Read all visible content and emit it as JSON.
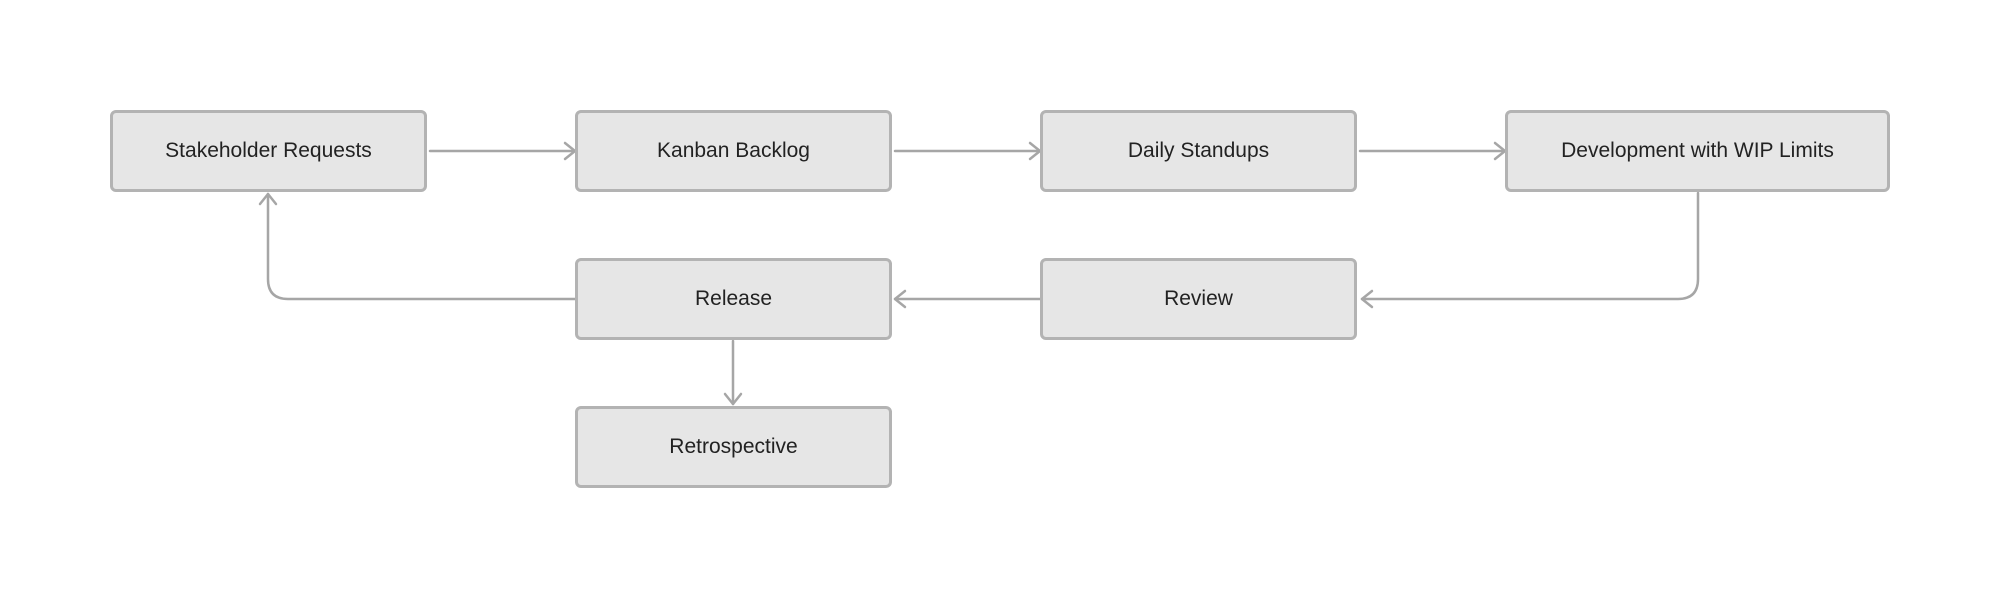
{
  "nodes": {
    "stakeholder": {
      "label": "Stakeholder Requests"
    },
    "backlog": {
      "label": "Kanban Backlog"
    },
    "standups": {
      "label": "Daily Standups"
    },
    "development": {
      "label": "Development with WIP Limits"
    },
    "review": {
      "label": "Review"
    },
    "release": {
      "label": "Release"
    },
    "retrospective": {
      "label": "Retrospective"
    }
  },
  "edges": [
    {
      "from": "Stakeholder Requests",
      "to": "Kanban Backlog"
    },
    {
      "from": "Kanban Backlog",
      "to": "Daily Standups"
    },
    {
      "from": "Daily Standups",
      "to": "Development with WIP Limits"
    },
    {
      "from": "Development with WIP Limits",
      "to": "Review"
    },
    {
      "from": "Review",
      "to": "Release"
    },
    {
      "from": "Release",
      "to": "Stakeholder Requests"
    },
    {
      "from": "Release",
      "to": "Retrospective"
    }
  ],
  "colors": {
    "node_fill": "#e6e6e6",
    "node_border": "#b3b3b3",
    "edge": "#a6a6a6",
    "text": "#222222"
  }
}
